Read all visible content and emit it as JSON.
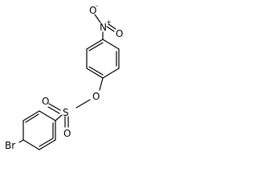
{
  "molecule": {
    "atoms": {
      "nitro_n": "N",
      "nitro_n_charge": "+",
      "nitro_o_top": "O",
      "nitro_o_top_charge": "-",
      "nitro_o_right": "O",
      "ester_o": "O",
      "sulfur": "S",
      "sulfonyl_o_left": "O",
      "sulfonyl_o_bottom": "O",
      "bromine": "Br"
    },
    "colors": {
      "ink": "#000000",
      "background": "#ffffff"
    }
  }
}
